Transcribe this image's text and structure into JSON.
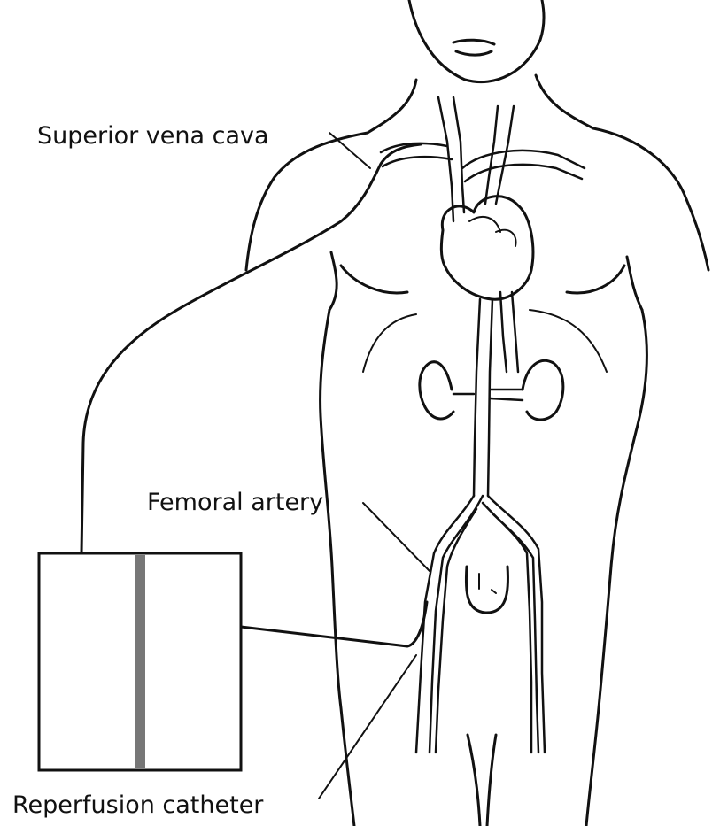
{
  "labels": {
    "superior_vena_cava": "Superior vena cava",
    "femoral_artery": "Femoral artery",
    "reperfusion_catheter": "Reperfusion catheter"
  },
  "colors": {
    "line": "#111111",
    "background": "#ffffff",
    "device_divider": "#777777"
  }
}
